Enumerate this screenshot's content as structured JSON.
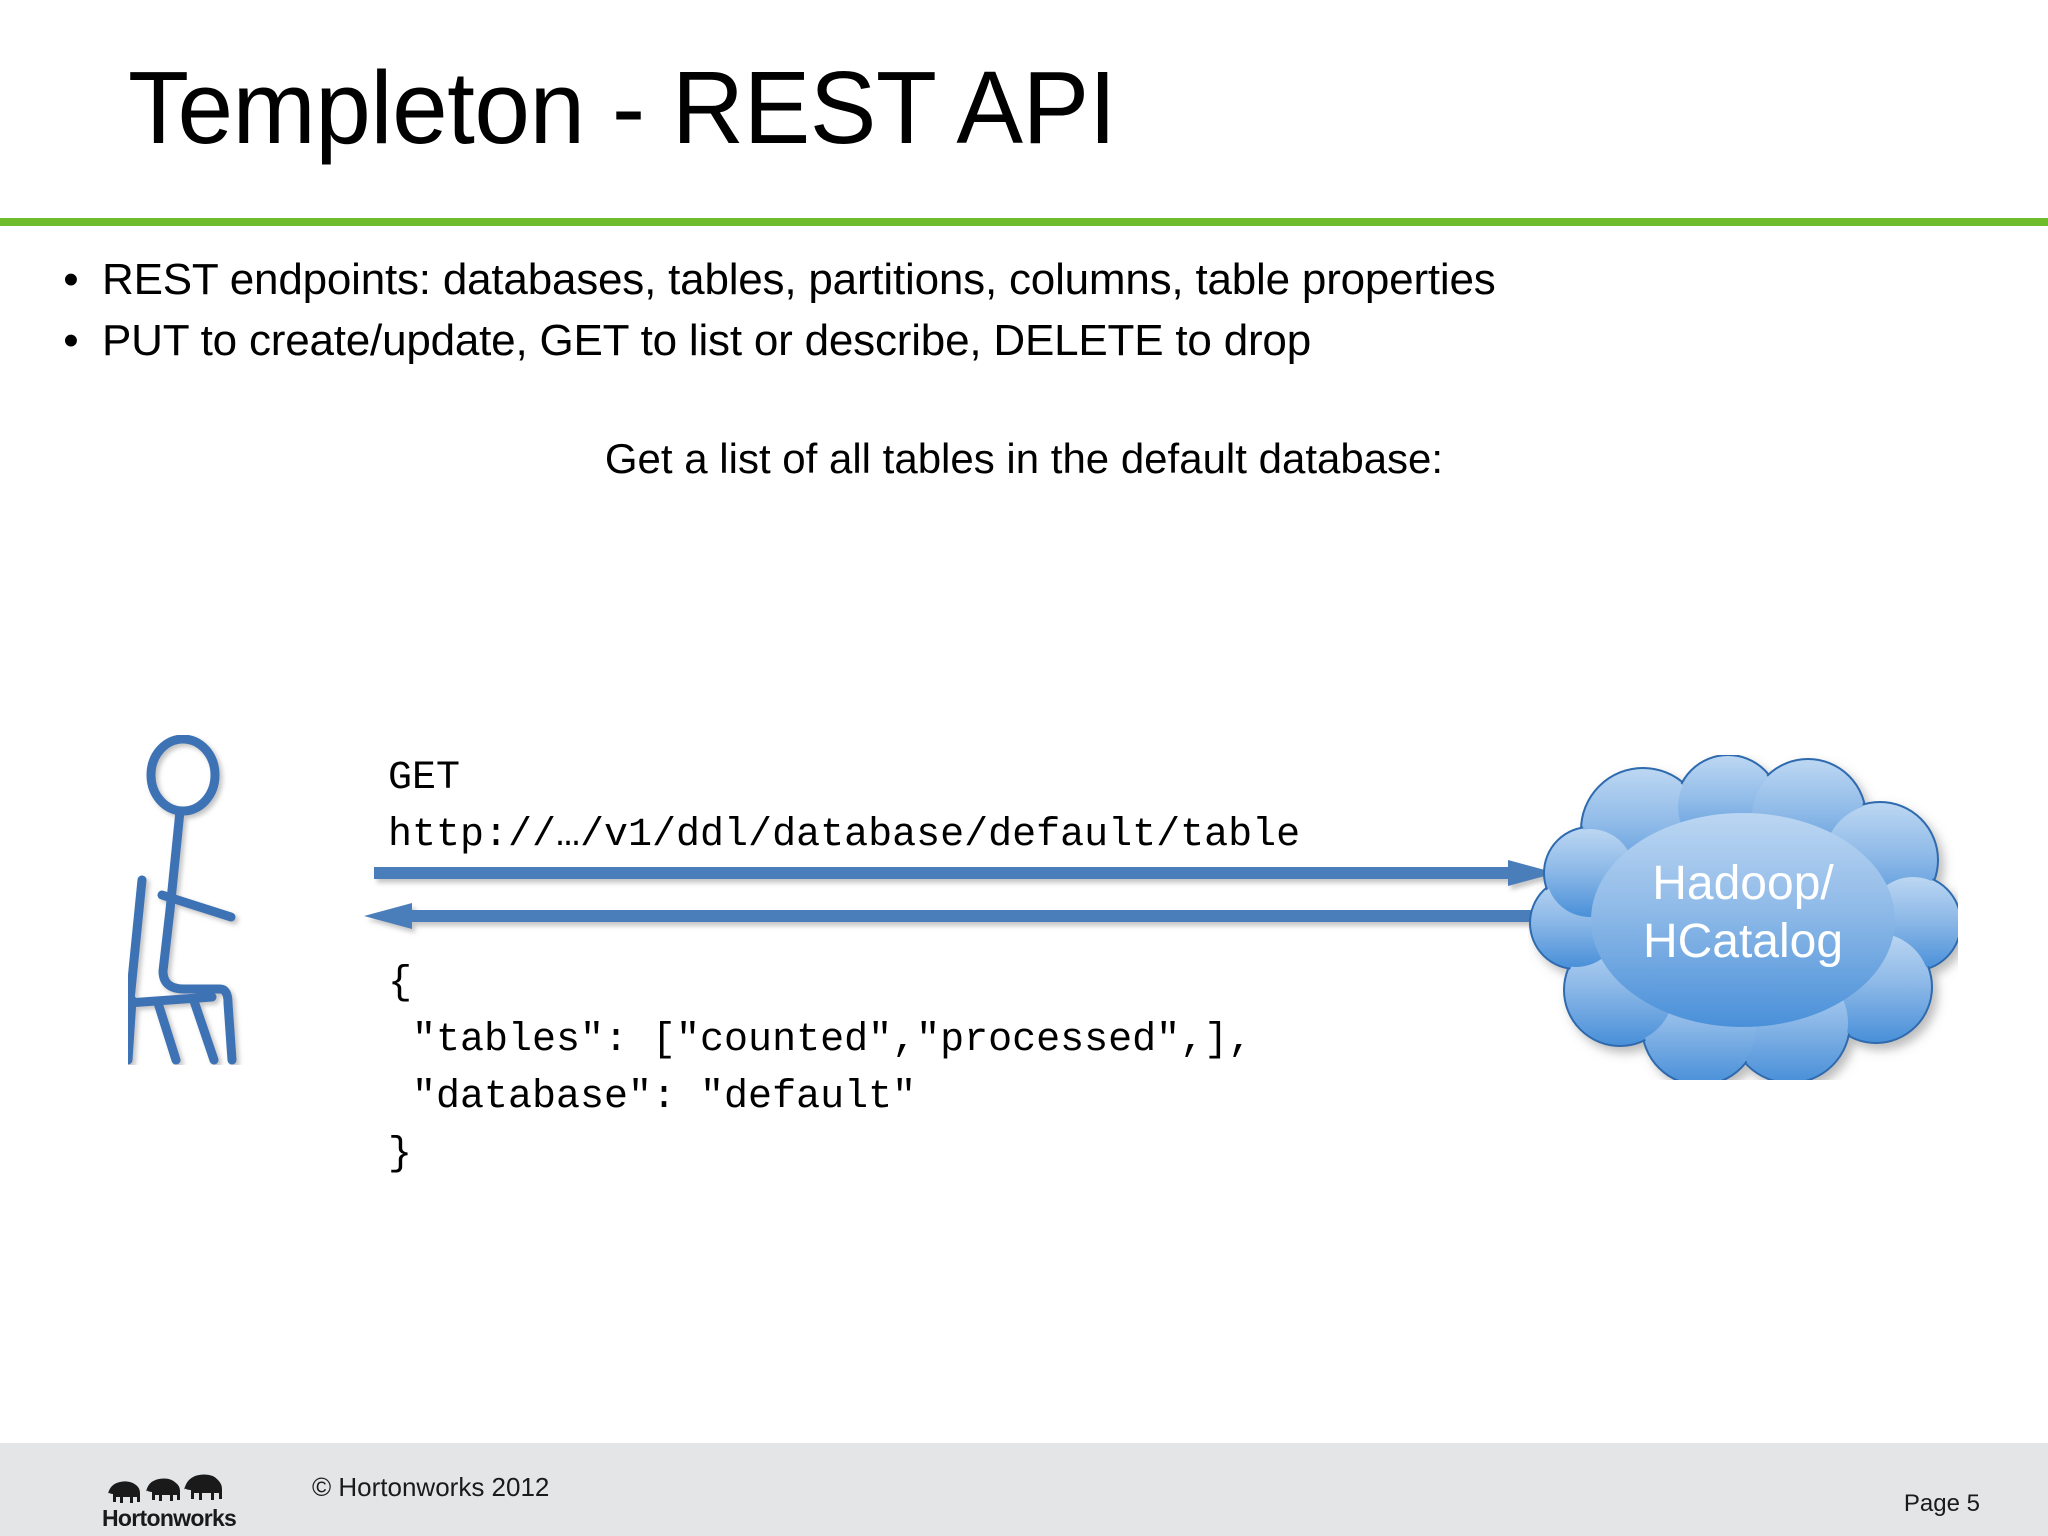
{
  "slide": {
    "title": "Templeton - REST API",
    "accent_color": "#6FBD2C",
    "bullets": [
      {
        "marker": "•",
        "text": "REST endpoints: databases, tables, partitions, columns, table properties"
      },
      {
        "marker": "•",
        "text": "PUT to create/update, GET to list or describe, DELETE to drop"
      }
    ],
    "caption": "Get a list of all tables in the default database:"
  },
  "diagram": {
    "actor": {
      "name": "seated-user-stick-figure",
      "stroke_color": "#3D72B4"
    },
    "request": {
      "line1": "GET",
      "line2": "http://…/v1/ddl/database/default/table"
    },
    "response": {
      "line1": "{",
      "line2": " \"tables\": [\"counted\",\"processed\",],",
      "line3": " \"database\": \"default\"",
      "line4": "}"
    },
    "arrows": {
      "request_arrow": "request-arrow-right",
      "response_arrow": "response-arrow-left",
      "color": "#4A7EBB"
    },
    "cloud": {
      "label_line1": "Hadoop/",
      "label_line2": "HCatalog",
      "fill_top": "#ACCBEE",
      "fill_bottom": "#4A90D9",
      "text_color": "#FFFFFF"
    }
  },
  "footer": {
    "logo_text": "Hortonworks",
    "copyright": "© Hortonworks 2012",
    "page_label": "Page 5",
    "background": "#E3E5E7"
  }
}
